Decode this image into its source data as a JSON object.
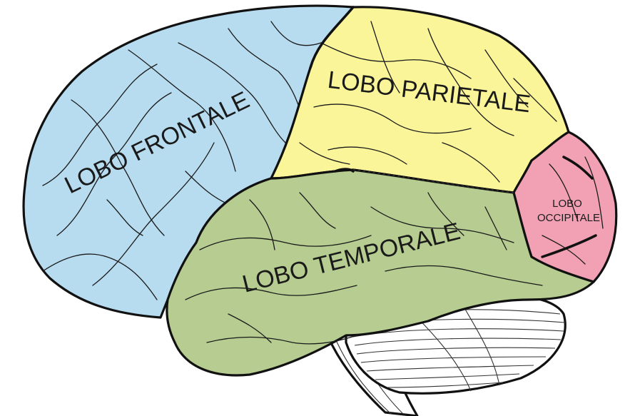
{
  "lobes": {
    "frontal": {
      "label": "LOBO FRONTALE",
      "color": "#b7dcef"
    },
    "parietal": {
      "label": "LOBO PARIETALE",
      "color": "#fbf59a"
    },
    "temporal": {
      "label": "LOBO TEMPORALE",
      "color": "#b6cc91"
    },
    "occipital": {
      "label_line1": "LOBO",
      "label_line2": "OCCIPITALE",
      "color": "#f1a1b3"
    }
  },
  "cerebellum": {
    "color": "#ffffff"
  },
  "brainstem": {
    "color": "#ffffff"
  }
}
